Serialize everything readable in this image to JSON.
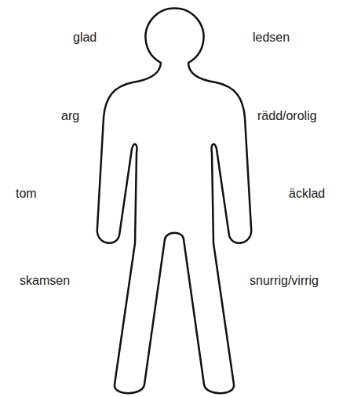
{
  "diagram": {
    "labels": [
      "glad",
      "ledsen",
      "arg",
      "rädd/orolig",
      "tom",
      "äcklad",
      "skamsen",
      "snurrig/virrig"
    ]
  }
}
